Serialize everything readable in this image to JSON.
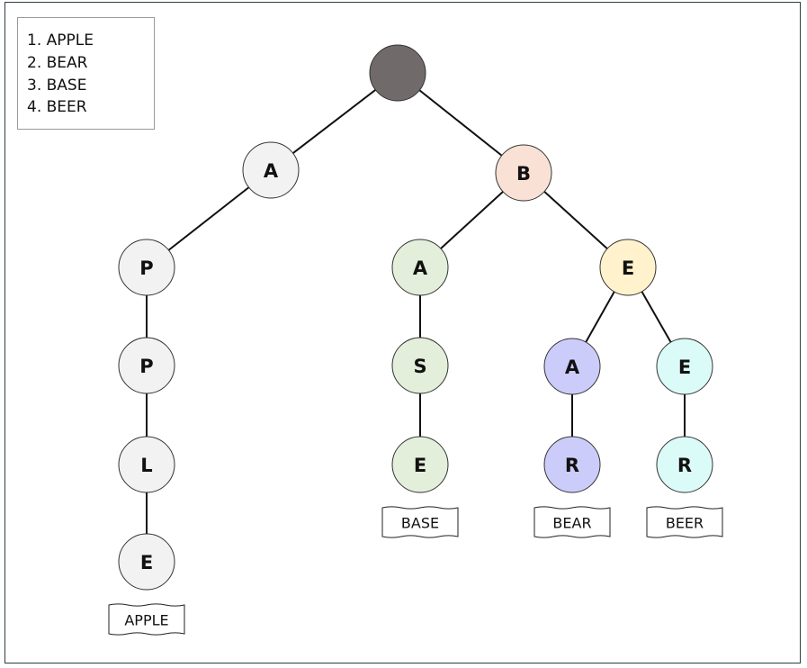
{
  "legend": {
    "words": [
      "1. APPLE",
      "2. BEAR",
      "3. BASE",
      "4. BEER"
    ]
  },
  "colors": {
    "root": "#706a6a",
    "neutral": "#f2f2f2",
    "b_branch": "#f9e1d6",
    "base_branch": "#e3efda",
    "e_branch": "#fff2cc",
    "bear_branch": "#ccccfa",
    "beer_branch": "#dbfbf8"
  },
  "trie": {
    "nodes": [
      {
        "id": "root",
        "label": "",
        "color": "root"
      },
      {
        "id": "a1",
        "label": "A",
        "color": "neutral"
      },
      {
        "id": "b1",
        "label": "B",
        "color": "b_branch"
      },
      {
        "id": "p1",
        "label": "P",
        "color": "neutral"
      },
      {
        "id": "p2",
        "label": "P",
        "color": "neutral"
      },
      {
        "id": "l1",
        "label": "L",
        "color": "neutral"
      },
      {
        "id": "e1",
        "label": "E",
        "color": "neutral"
      },
      {
        "id": "a2",
        "label": "A",
        "color": "base_branch"
      },
      {
        "id": "s1",
        "label": "S",
        "color": "base_branch"
      },
      {
        "id": "e2",
        "label": "E",
        "color": "base_branch"
      },
      {
        "id": "e3",
        "label": "E",
        "color": "e_branch"
      },
      {
        "id": "a3",
        "label": "A",
        "color": "bear_branch"
      },
      {
        "id": "r1",
        "label": "R",
        "color": "bear_branch"
      },
      {
        "id": "e4",
        "label": "E",
        "color": "beer_branch"
      },
      {
        "id": "r2",
        "label": "R",
        "color": "beer_branch"
      }
    ],
    "edges": [
      [
        "root",
        "a1"
      ],
      [
        "root",
        "b1"
      ],
      [
        "a1",
        "p1"
      ],
      [
        "p1",
        "p2"
      ],
      [
        "p2",
        "l1"
      ],
      [
        "l1",
        "e1"
      ],
      [
        "b1",
        "a2"
      ],
      [
        "a2",
        "s1"
      ],
      [
        "s1",
        "e2"
      ],
      [
        "b1",
        "e3"
      ],
      [
        "e3",
        "a3"
      ],
      [
        "a3",
        "r1"
      ],
      [
        "e3",
        "e4"
      ],
      [
        "e4",
        "r2"
      ]
    ],
    "word_tags": [
      {
        "node": "e1",
        "word": "APPLE"
      },
      {
        "node": "e2",
        "word": "BASE"
      },
      {
        "node": "r1",
        "word": "BEAR"
      },
      {
        "node": "r2",
        "word": "BEER"
      }
    ]
  }
}
